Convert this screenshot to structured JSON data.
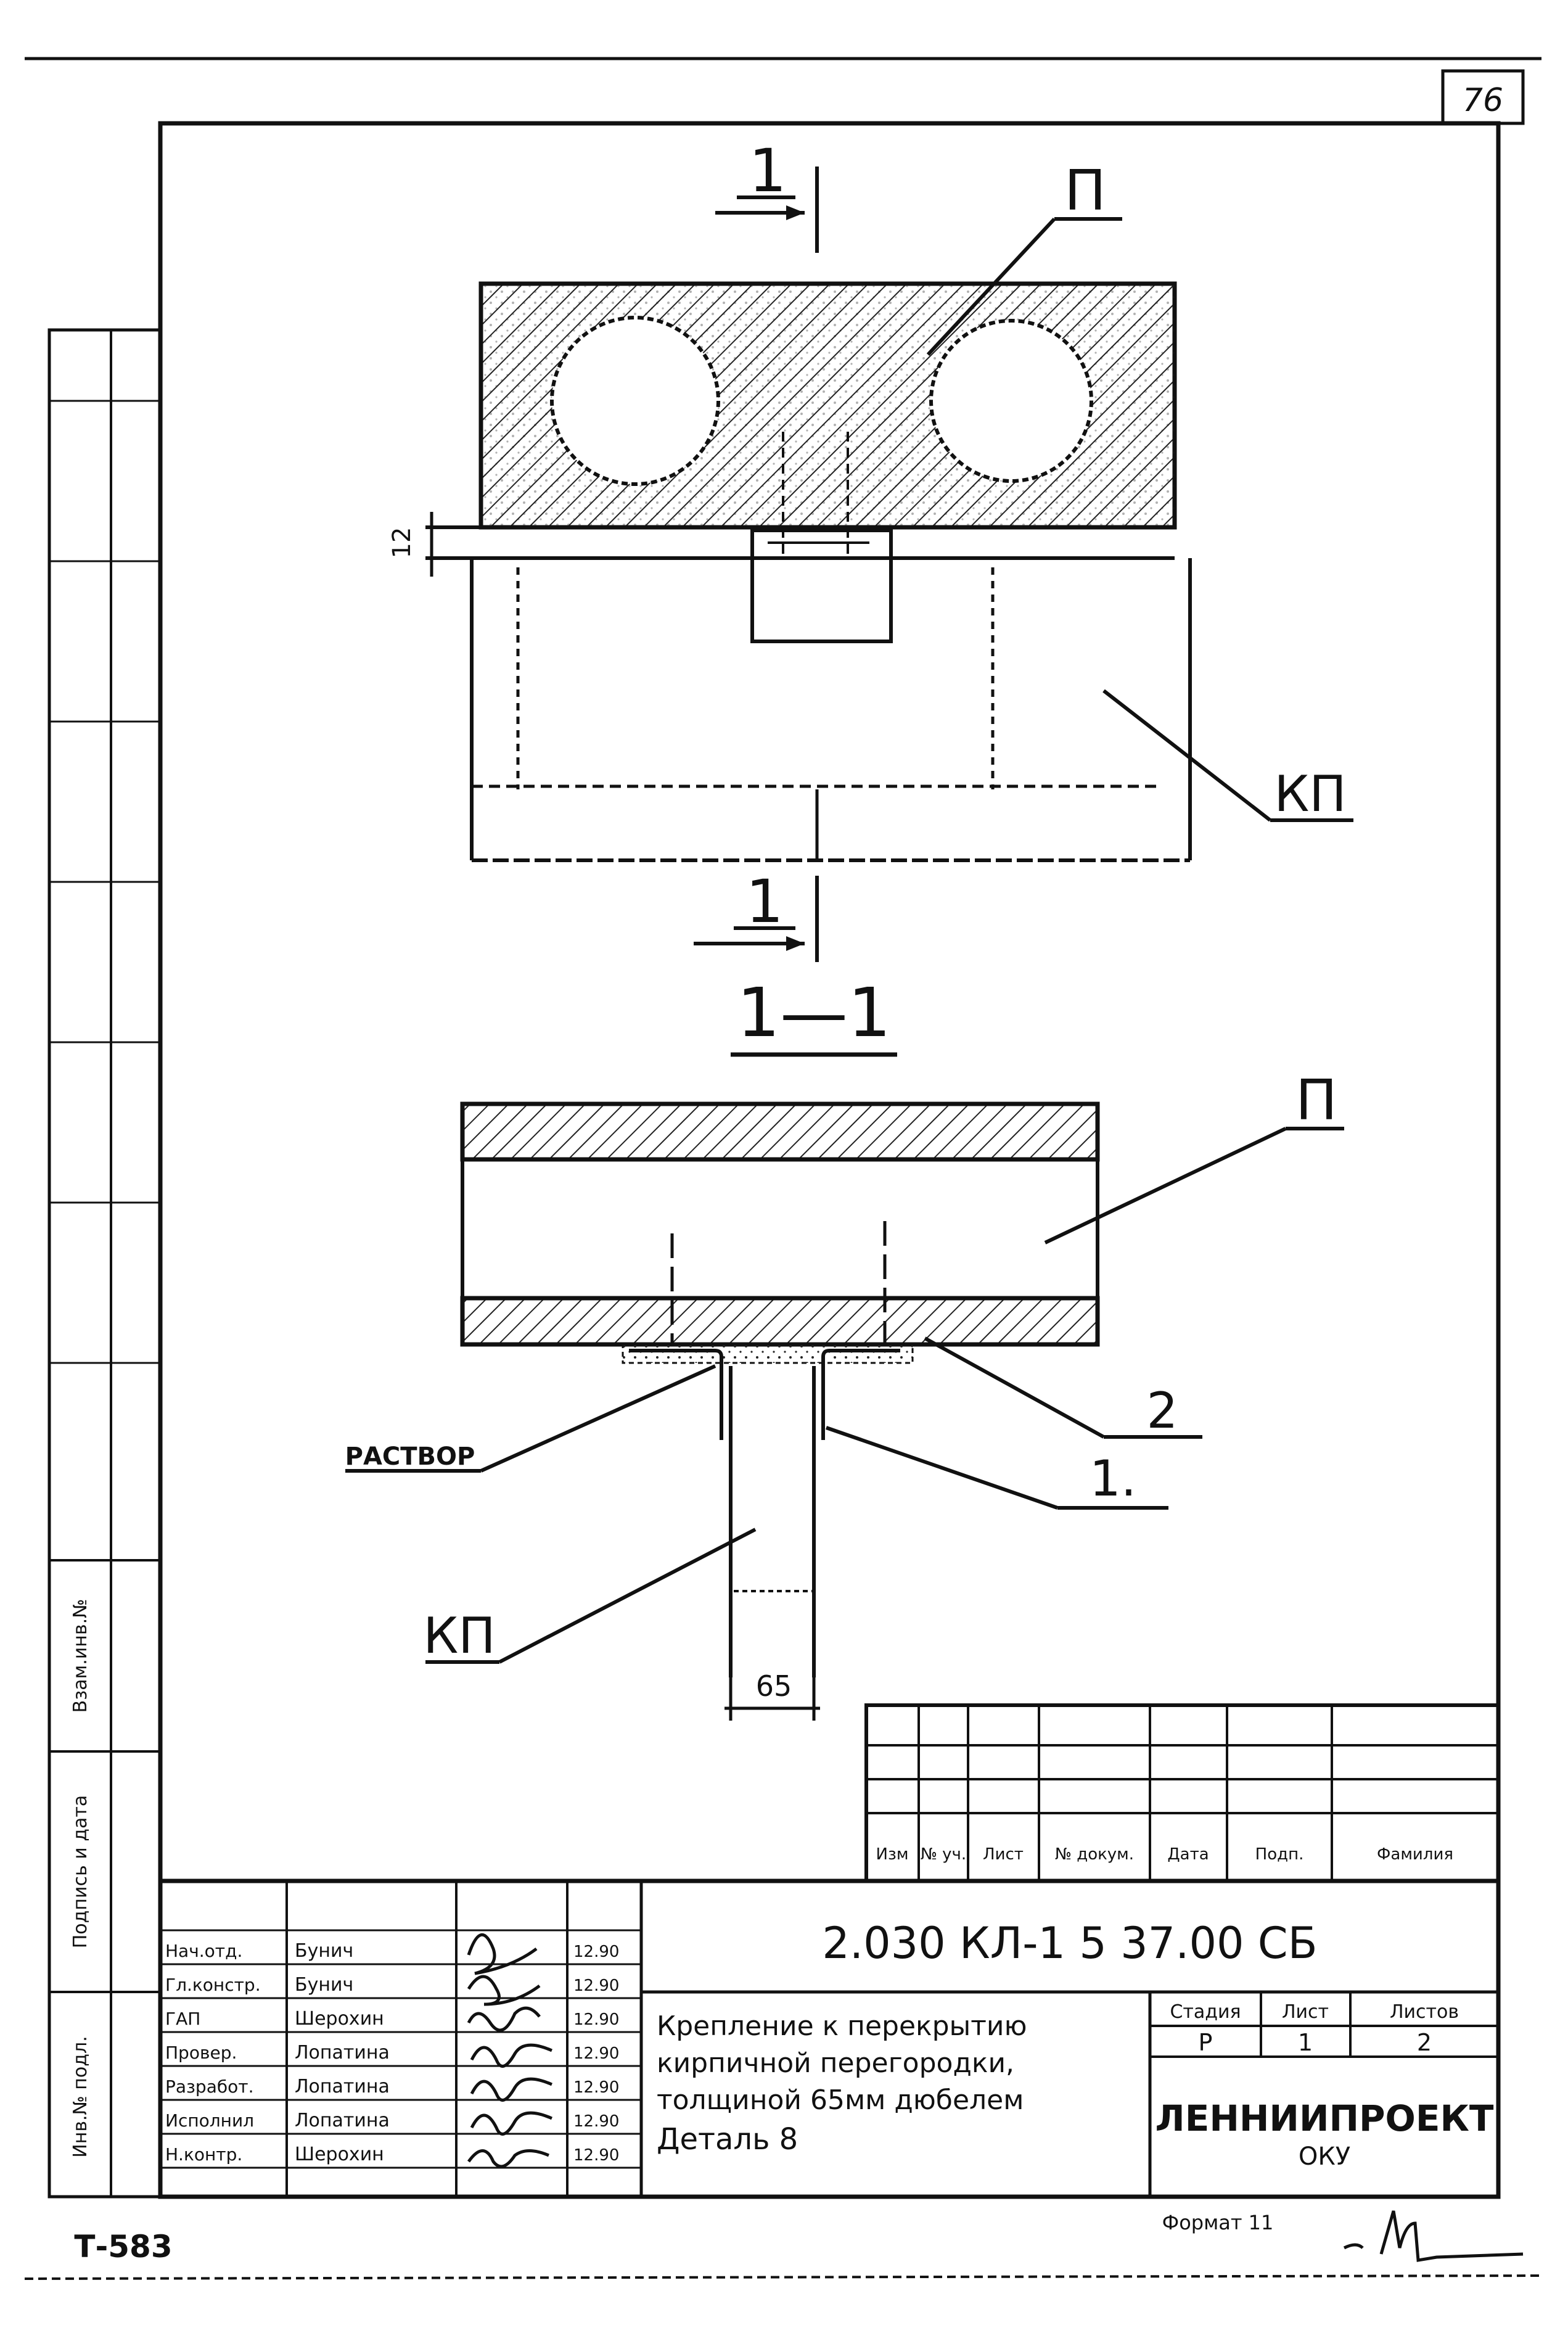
{
  "sheet_number": "76",
  "drawing_labels": {
    "section_mark": "1",
    "section_title": "1—1",
    "slab_label": "П",
    "partition_label": "КП",
    "gap_dimension": "12",
    "mortar_label": "РАСТВОР",
    "item_1": "1.",
    "item_2": "2",
    "width_dimension": "65"
  },
  "revision_table": {
    "headers": [
      "Изм",
      "№ уч.",
      "Лист",
      "№ докум.",
      "Дата",
      "Подп.",
      "Фамилия"
    ]
  },
  "side_stamp": {
    "labels": [
      "Взам.инв.№",
      "Подпись и дата",
      "Инв.№ подл."
    ]
  },
  "title_block": {
    "designation": "2.030 КЛ-1 5 37.00 СБ",
    "title_lines": [
      "Крепление к перекрытию",
      "кирпичной перегородки,",
      "толщиной 65мм дюбелем",
      "Деталь 8"
    ],
    "stage_header": "Стадия",
    "sheet_header": "Лист",
    "sheets_header": "Листов",
    "stage": "Р",
    "sheet": "1",
    "sheets": "2",
    "organization": "ЛЕННИИПРОЕКТ",
    "department": "ОКУ",
    "signatures": [
      {
        "role": "Нач.отд.",
        "name": "Бунич",
        "date": "12.90"
      },
      {
        "role": "Гл.констр.",
        "name": "Бунич",
        "date": "12.90"
      },
      {
        "role": "ГАП",
        "name": "Шерохин",
        "date": "12.90"
      },
      {
        "role": "Провер.",
        "name": "Лопатина",
        "date": "12.90"
      },
      {
        "role": "Разработ.",
        "name": "Лопатина",
        "date": "12.90"
      },
      {
        "role": "Исполнил",
        "name": "Лопатина",
        "date": "12.90"
      },
      {
        "role": "Н.контр.",
        "name": "Шерохин",
        "date": "12.90"
      }
    ]
  },
  "format_label": "Формат 11",
  "archive_number": "Т-583"
}
